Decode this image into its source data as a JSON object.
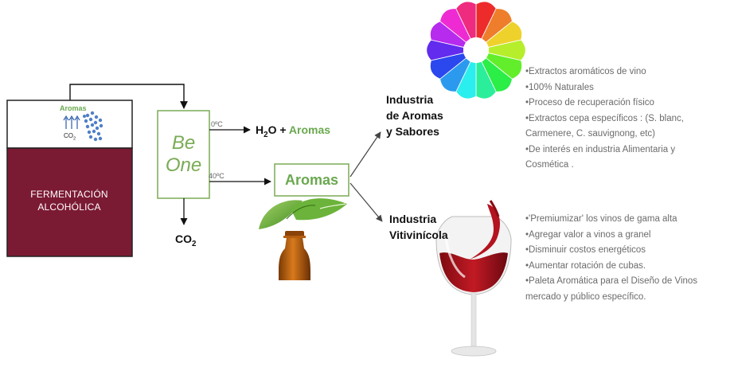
{
  "tank": {
    "aromas_label": "Aromas",
    "co2_label": "CO",
    "co2_sub": "2",
    "liquid_label_line1": "FERMENTACIÓN",
    "liquid_label_line2": "ALCOHÓLICA",
    "liquid_color": "#7b1a33"
  },
  "process": {
    "beone_line1": "Be",
    "beone_line2": "One",
    "temp_top": "0ºC",
    "temp_bottom": "40ºC",
    "h2o_prefix": "H",
    "h2o_sub": "2",
    "h2o_suffix": "O + ",
    "h2o_aromas": "Aromas",
    "aromas_box": "Aromas",
    "co2_out": "CO",
    "co2_out_sub": "2",
    "accent_color": "#6aa84f"
  },
  "industries": {
    "aromas": {
      "title_lines": [
        "Industria",
        "de Aromas",
        "y Sabores"
      ],
      "bullets": [
        "•Extractos aromáticos de vino",
        "•100% Naturales",
        "•Proceso de recuperación físico",
        "•Extractos cepa específicos : (S. blanc,",
        "Carmenere, C. sauvignong,  etc)",
        "•De interés en industria Alimentaria y",
        "Cosmética ."
      ]
    },
    "wine": {
      "title_lines": [
        "Industria",
        "Vitivinícola"
      ],
      "bullets": [
        "•'Premiumizar' los vinos de gama alta",
        "•Agregar valor a vinos a granel",
        "•Disminuir costos energéticos",
        "•Aumentar rotación de cubas.",
        "•Paleta Aromática para el Diseño de Vinos",
        "mercado y público específico."
      ]
    }
  }
}
